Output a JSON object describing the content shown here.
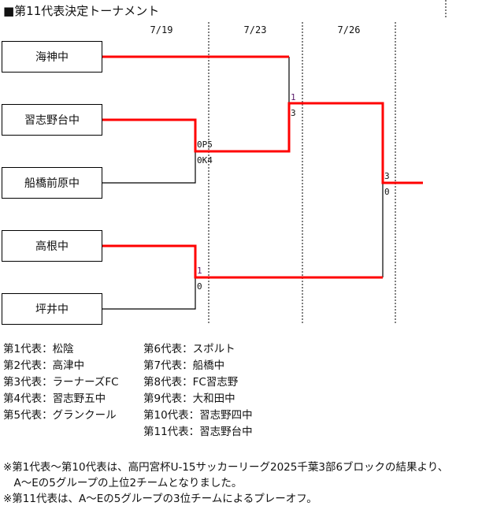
{
  "title": "■第11代表決定トーナメント",
  "dates": [
    "7/19",
    "7/23",
    "7/26"
  ],
  "teams": [
    "海神中",
    "習志野台中",
    "船橋前原中",
    "高根中",
    "坪井中"
  ],
  "scores": {
    "r1a_top": "0P5",
    "r1a_bottom": "0K4",
    "r2a_top": "1",
    "r2a_bottom": "3",
    "r1b_top": "1",
    "r1b_bottom": "0",
    "final_top": "3",
    "final_bottom": "0"
  },
  "representatives_left": [
    "第1代表：松陰",
    "第2代表：高津中",
    "第3代表：ラーナーズFC",
    "第4代表：習志野五中",
    "第5代表：グランクール"
  ],
  "representatives_right": [
    "第6代表：スポルト",
    "第7代表：船橋中",
    "第8代表：FC習志野",
    "第9代表：大和田中",
    "第10代表：習志野四中",
    "第11代表：習志野台中"
  ],
  "notes": [
    "※第1代表～第10代表は、高円宮杯U-15サッカーリーグ2025千葉3部6ブロックの結果より、",
    "　A～Eの5グループの上位2チームとなりました。",
    "※第11代表は、A～Eの5グループの3位チームによるプレーオフ。"
  ],
  "colors": {
    "winner_line": "#ff0000",
    "score_purple": "#5a1a6a"
  }
}
